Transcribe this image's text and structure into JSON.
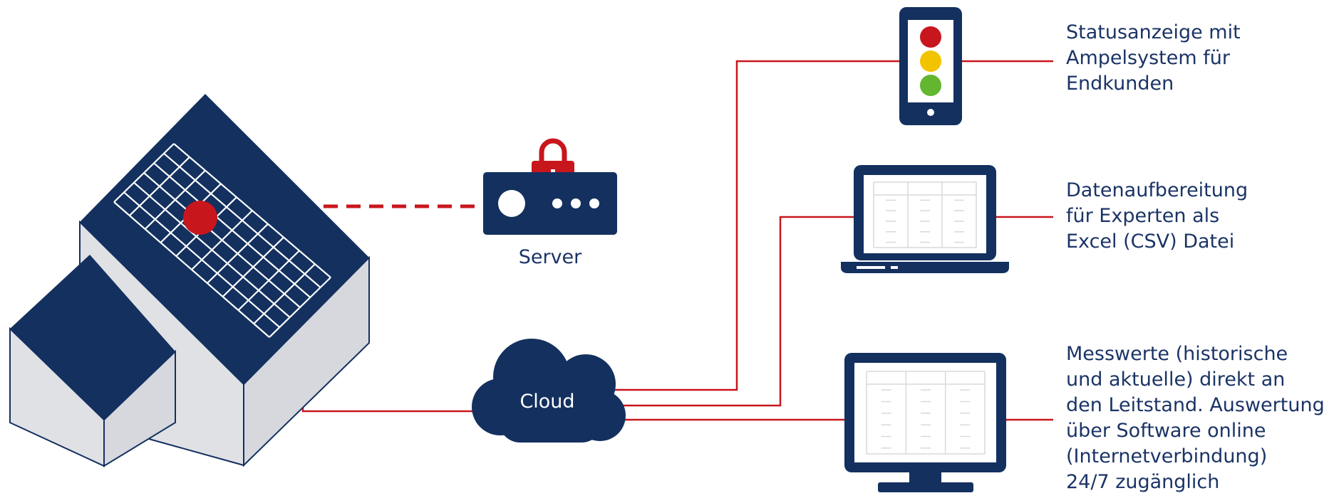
{
  "colors": {
    "navy": "#13305f",
    "red": "#c8161d",
    "wall": "#e0e1e5",
    "panel_line": "#ffffff",
    "traffic_red": "#c8161d",
    "traffic_yellow": "#f2c400",
    "traffic_green": "#62b630",
    "screen_grid": "#d9d9d9"
  },
  "icons": {
    "house": "house-with-solar-panel-icon",
    "sensor": "sensor-dot-icon",
    "server": "server-icon",
    "lock": "padlock-icon",
    "cloud": "cloud-icon",
    "phone": "smartphone-traffic-light-icon",
    "laptop": "laptop-icon",
    "monitor": "desktop-monitor-icon"
  },
  "nodes": {
    "server_label": "Server",
    "cloud_label": "Cloud"
  },
  "outputs": {
    "phone": [
      "Statusanzeige mit",
      "Ampelsystem für",
      "Endkunden"
    ],
    "laptop": [
      "Datenaufbereitung",
      "für Experten als",
      "Excel (CSV) Datei"
    ],
    "monitor": [
      "Messwerte (historische",
      "und aktuelle) direkt an",
      "den Leitstand. Auswertung",
      "über Software online",
      "(Internetverbindung)",
      "24/7 zugänglich"
    ]
  }
}
